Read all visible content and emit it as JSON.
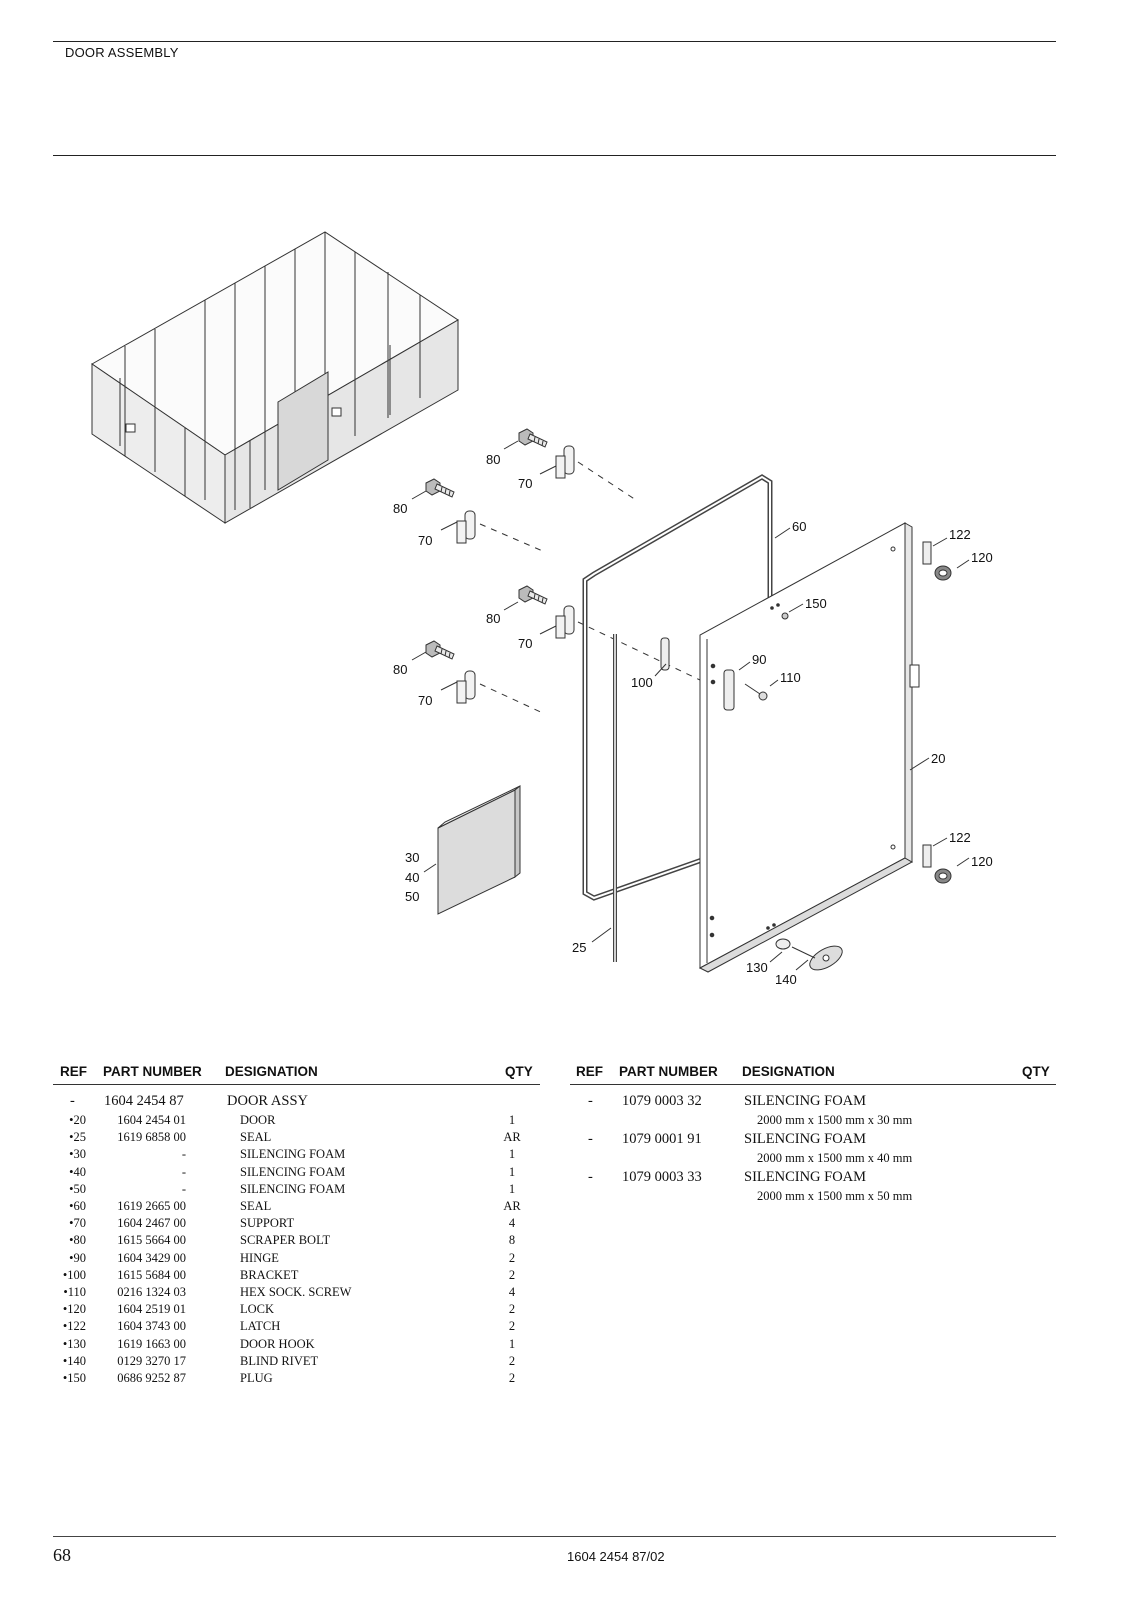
{
  "header": {
    "section_title": "DOOR ASSEMBLY"
  },
  "callouts": {
    "c80a": "80",
    "c70a": "70",
    "c80b": "80",
    "c70b": "70",
    "c80c": "80",
    "c70c": "70",
    "c80d": "80",
    "c70d": "70",
    "c60": "60",
    "c122a": "122",
    "c120a": "120",
    "c150": "150",
    "c90": "90",
    "c110": "110",
    "c100": "100",
    "c20": "20",
    "c122b": "122",
    "c120b": "120",
    "c30": "30",
    "c40": "40",
    "c50": "50",
    "c25": "25",
    "c130": "130",
    "c140": "140"
  },
  "table_headers": {
    "ref": "REF",
    "part_number": "PART NUMBER",
    "designation": "DESIGNATION",
    "qty": "QTY"
  },
  "left_table": {
    "main": {
      "ref": "-",
      "part_number": "1604 2454 87",
      "designation": "DOOR ASSY",
      "qty": ""
    },
    "rows": [
      {
        "ref": "•20",
        "part_number": "1604 2454 01",
        "designation": "DOOR",
        "qty": "1"
      },
      {
        "ref": "•25",
        "part_number": "1619 6858 00",
        "designation": "SEAL",
        "qty": "AR"
      },
      {
        "ref": "•30",
        "part_number": "-",
        "designation": "SILENCING FOAM",
        "qty": "1"
      },
      {
        "ref": "•40",
        "part_number": "-",
        "designation": "SILENCING FOAM",
        "qty": "1"
      },
      {
        "ref": "•50",
        "part_number": "-",
        "designation": "SILENCING FOAM",
        "qty": "1"
      },
      {
        "ref": "•60",
        "part_number": "1619 2665 00",
        "designation": "SEAL",
        "qty": "AR"
      },
      {
        "ref": "•70",
        "part_number": "1604 2467 00",
        "designation": "SUPPORT",
        "qty": "4"
      },
      {
        "ref": "•80",
        "part_number": "1615 5664 00",
        "designation": "SCRAPER BOLT",
        "qty": "8"
      },
      {
        "ref": "•90",
        "part_number": "1604 3429 00",
        "designation": "HINGE",
        "qty": "2"
      },
      {
        "ref": "•100",
        "part_number": "1615 5684 00",
        "designation": "BRACKET",
        "qty": "2"
      },
      {
        "ref": "•110",
        "part_number": "0216 1324 03",
        "designation": "HEX SOCK. SCREW",
        "qty": "4"
      },
      {
        "ref": "•120",
        "part_number": "1604 2519 01",
        "designation": "LOCK",
        "qty": "2"
      },
      {
        "ref": "•122",
        "part_number": "1604 3743 00",
        "designation": "LATCH",
        "qty": "2"
      },
      {
        "ref": "•130",
        "part_number": "1619 1663 00",
        "designation": "DOOR HOOK",
        "qty": "1"
      },
      {
        "ref": "•140",
        "part_number": "0129 3270 17",
        "designation": "BLIND RIVET",
        "qty": "2"
      },
      {
        "ref": "•150",
        "part_number": "0686 9252 87",
        "designation": "PLUG",
        "qty": "2"
      }
    ]
  },
  "right_table": {
    "rows": [
      {
        "ref": "-",
        "part_number": "1079 0003 32",
        "designation": "SILENCING FOAM",
        "size": "2000 mm x 1500 mm x 30 mm"
      },
      {
        "ref": "-",
        "part_number": "1079 0001 91",
        "designation": "SILENCING FOAM",
        "size": "2000 mm x 1500 mm x 40 mm"
      },
      {
        "ref": "-",
        "part_number": "1079 0003 33",
        "designation": "SILENCING FOAM",
        "size": "2000 mm x 1500 mm x 50 mm"
      }
    ]
  },
  "footer": {
    "page_number": "68",
    "document_number": "1604 2454 87/02"
  }
}
